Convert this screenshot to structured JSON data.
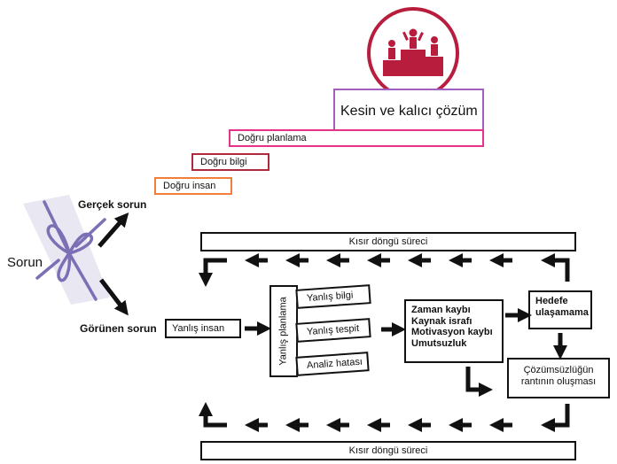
{
  "title_box": {
    "label": "Kesin ve kalıcı  çözüm"
  },
  "steps": [
    {
      "label": "Doğru planlama",
      "color": "#e8318a"
    },
    {
      "label": "Doğru bilgi",
      "color": "#b0283c"
    },
    {
      "label": "Doğru insan",
      "color": "#f07f3c"
    }
  ],
  "podium_color": "#b81d3d",
  "knot_color": "#7d6fb5",
  "problem_label": "Sorun",
  "branch_top": "Gerçek sorun",
  "branch_bottom": "Görünen sorun",
  "cycle_top": "Kısır döngü süreci",
  "cycle_bottom": "Kısır döngü süreci",
  "flow": {
    "wrong_person": "Yanlış insan",
    "wrong_planning": "Yanlış planlama",
    "wrong_info": "Yanlış bilgi",
    "wrong_diagnosis": "Yanlış tespit",
    "analysis_error": "Analiz hatası",
    "losses": [
      "Zaman kaybı",
      "Kaynak israfı",
      "Motivasyon kaybı",
      "Umutsuzluk"
    ],
    "goal_fail": "Hedefe ulaşamama",
    "rent": "Çözümsüzlüğün rantının oluşması"
  }
}
